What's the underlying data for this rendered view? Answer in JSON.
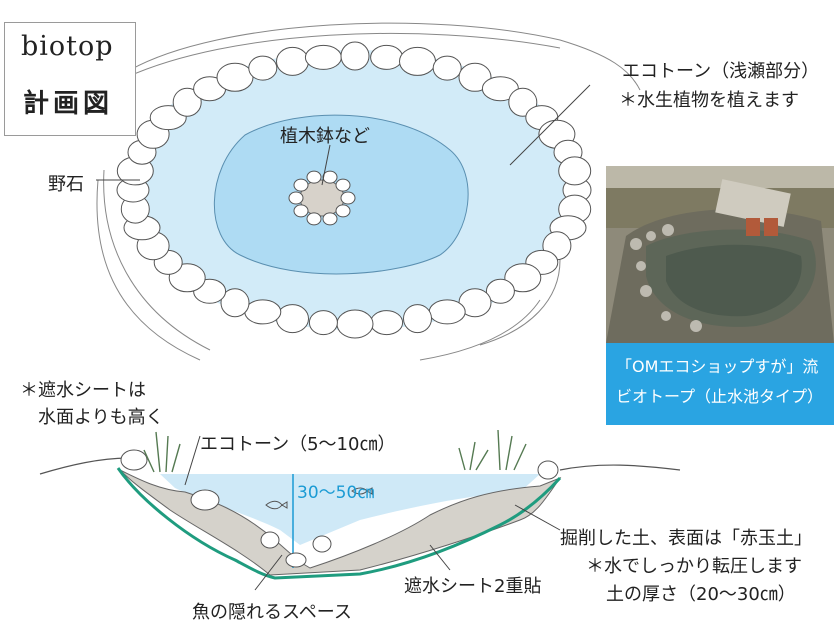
{
  "title": {
    "line1": "biotop",
    "line2": "計画図"
  },
  "plan": {
    "ecotone_line1": "エコトーン（浅瀬部分）",
    "ecotone_line2": "＊水生植物を植えます",
    "pot_label": "植木鉢など",
    "stone_label": "野石"
  },
  "photo": {
    "caption_line1": "「OMエコショップすが」流",
    "caption_line2": "ビオトープ（止水池タイプ）"
  },
  "section": {
    "sheet_note_line1": "＊遮水シートは",
    "sheet_note_line2": "水面よりも高く",
    "ecotone_label": "エコトーン（5〜10㎝）",
    "depth_label": "30〜50㎝",
    "soil_line1": "掘削した土、表面は「赤玉土」",
    "soil_line2": "＊水でしっかり転圧します",
    "soil_line3": "土の厚さ（20〜30㎝）",
    "sheet_label": "遮水シート2重貼",
    "fish_space_label": "魚の隠れるスペース"
  },
  "colors": {
    "water": "#cfe9f7",
    "water_deep": "#a9d8f2",
    "stone_stroke": "#555555",
    "soil": "#d5d2cb",
    "sheet": "#1f9c7f",
    "caption_bg": "#2aa4e2",
    "depth_text": "#1b9bd4"
  }
}
